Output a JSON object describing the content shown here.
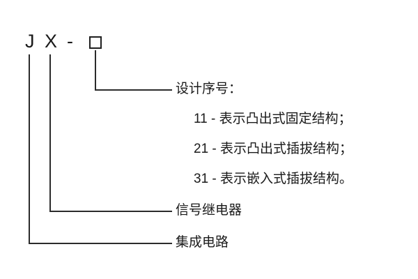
{
  "diagram": {
    "title_meaning": "relay model designation",
    "model_code": {
      "letters": [
        "J",
        "X",
        "-"
      ],
      "placeholder_glyph": "□"
    },
    "design_serial": {
      "label": "设计序号：",
      "items": [
        "11 - 表示凸出式固定结构；",
        "21 - 表示凸出式插拔结构；",
        "31 - 表示嵌入式插拔结构。"
      ]
    },
    "relay_label": "信号继电器",
    "circuit_label": "集成电路"
  },
  "colors": {
    "background": "#ffffff",
    "line": "#2b2b2b",
    "text": "#1a1a1a"
  }
}
